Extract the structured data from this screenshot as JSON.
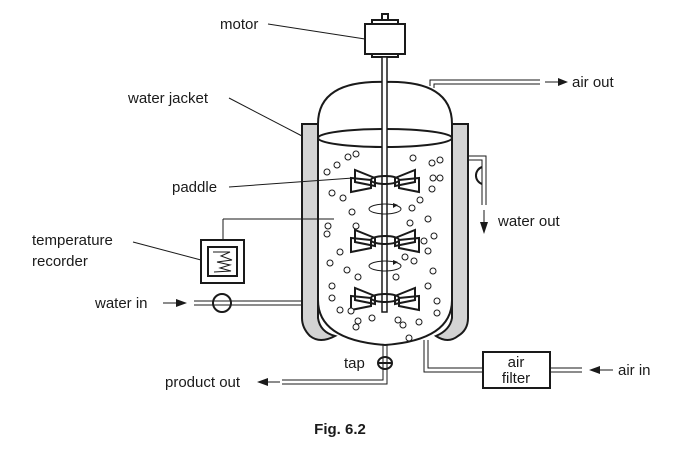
{
  "labels": {
    "motor": "motor",
    "water_jacket": "water jacket",
    "paddle": "paddle",
    "temperature_recorder_line1": "temperature",
    "temperature_recorder_line2": "recorder",
    "water_in": "water in",
    "tap": "tap",
    "product_out": "product out",
    "air_out": "air out",
    "water_out": "water out",
    "air_filter_line1": "air",
    "air_filter_line2": "filter",
    "air_in": "air in"
  },
  "caption": "Fig. 6.2",
  "colors": {
    "line": "#1a1a1a",
    "jacket_fill": "#d3d3d3",
    "background": "#ffffff"
  }
}
